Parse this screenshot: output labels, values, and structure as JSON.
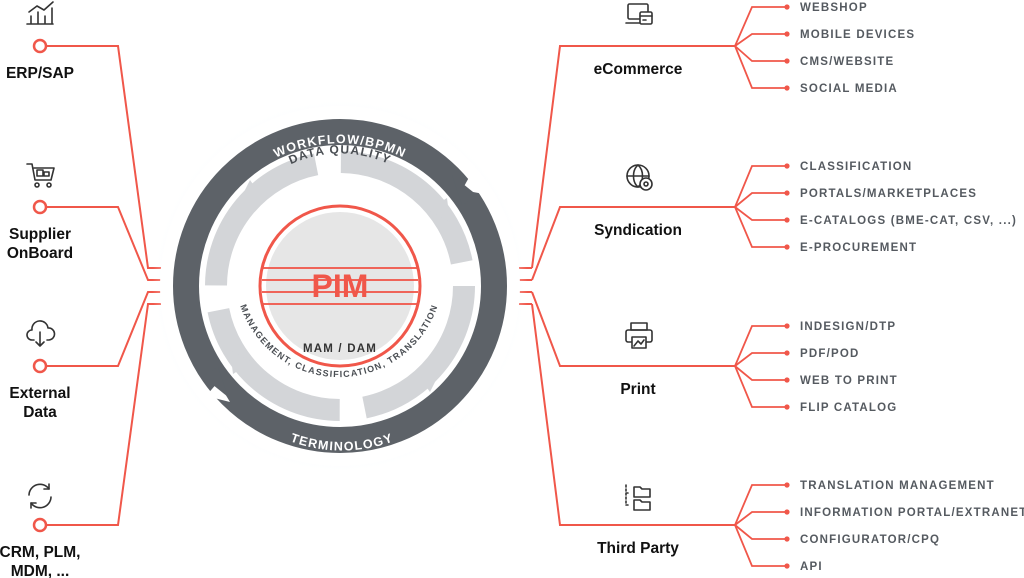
{
  "center": {
    "label": "PIM"
  },
  "rings": {
    "outer_top": "WORKFLOW/BPMN",
    "outer_bottom": "TERMINOLOGY",
    "inner_top": "DATA QUALITY",
    "inner_bottom": "MANAGEMENT, CLASSIFICATION, TRANSLATION",
    "core_bottom": "MAM / DAM"
  },
  "sources": [
    {
      "label_lines": [
        "ERP/SAP"
      ],
      "icon": "chart-icon"
    },
    {
      "label_lines": [
        "Supplier",
        "OnBoard"
      ],
      "icon": "cart-icon"
    },
    {
      "label_lines": [
        "External",
        "Data"
      ],
      "icon": "cloud-download-icon"
    },
    {
      "label_lines": [
        "CRM, PLM,",
        "MDM, ..."
      ],
      "icon": "sync-icon"
    }
  ],
  "channels": [
    {
      "label": "eCommerce",
      "icon": "laptop-icon",
      "items": [
        "WEBSHOP",
        "MOBILE DEVICES",
        "CMS/WEBSITE",
        "SOCIAL MEDIA"
      ]
    },
    {
      "label": "Syndication",
      "icon": "globe-gear-icon",
      "items": [
        "CLASSIFICATION",
        "PORTALS/MARKETPLACES",
        "E-CATALOGS (BME-CAT, CSV, ...)",
        "E-PROCUREMENT"
      ]
    },
    {
      "label": "Print",
      "icon": "printer-icon",
      "items": [
        "INDESIGN/DTP",
        "PDF/POD",
        "WEB TO PRINT",
        "FLIP CATALOG"
      ]
    },
    {
      "label": "Third Party",
      "icon": "folders-icon",
      "items": [
        "TRANSLATION MANAGEMENT",
        "INFORMATION PORTAL/EXTRANET",
        "CONFIGURATOR/CPQ",
        "API"
      ]
    }
  ],
  "colors": {
    "line": "#f0574a",
    "dark_ring": "#5d6268",
    "light_ring": "#d3d5d8",
    "core": "#e6e6e6",
    "text": "#111111",
    "leaf": "#555a60"
  }
}
